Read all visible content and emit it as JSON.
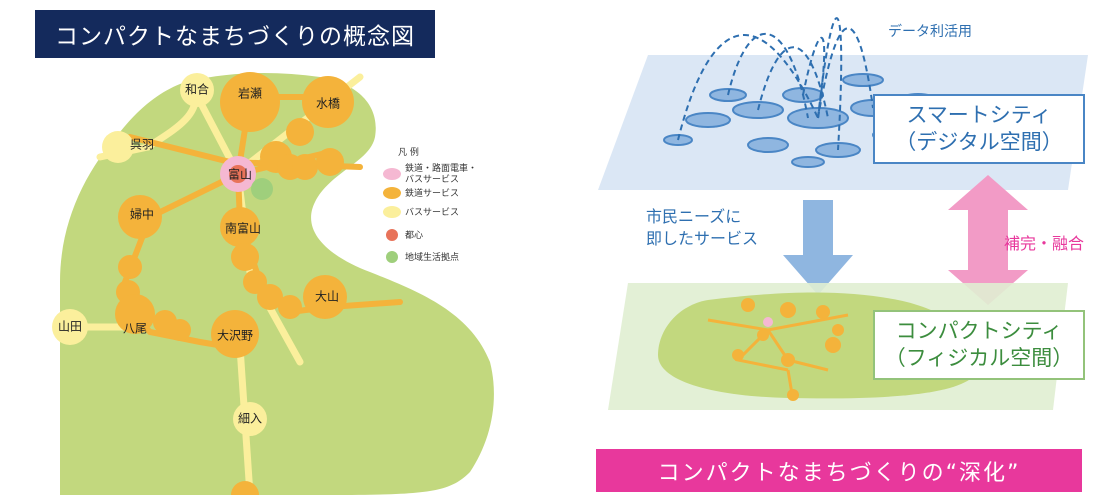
{
  "left_title": "コンパクトなまちづくりの概念図",
  "cities": {
    "wago": "和合",
    "iwase": "岩瀬",
    "mizuhashi": "水橋",
    "kureha": "呉羽",
    "toyama": "富山",
    "fuchu": "婦中",
    "minami_toyama": "南富山",
    "oyama": "大山",
    "yamada": "山田",
    "yatsuo": "八尾",
    "osawano": "大沢野",
    "hosoiri": "細入"
  },
  "legend": {
    "title": "凡 例",
    "items": [
      {
        "label": "鉄道・路面電車・",
        "label2": "バスサービス",
        "color": "#f5b8d2"
      },
      {
        "label": "鉄道サービス",
        "color": "#f4b33b"
      },
      {
        "label": "バスサービス",
        "color": "#fbef9c"
      },
      {
        "label": "都心",
        "color": "#e8735a"
      },
      {
        "label": "地域生活拠点",
        "color": "#9fcf7c"
      }
    ]
  },
  "right": {
    "data_label": "データ利活用",
    "smart_city": {
      "line1": "スマートシティ",
      "line2": "（デジタル空間）"
    },
    "compact_city": {
      "line1": "コンパクトシティ",
      "line2": "（フィジカル空間）"
    },
    "citizen_needs": {
      "line1": "市民ニーズに",
      "line2": "即したサービス"
    },
    "complement": "補完・融合",
    "bottom_banner": "コンパクトなまちづくりの“深化”"
  },
  "colors": {
    "navy": "#142a5c",
    "magenta": "#e8389c",
    "land_green": "#c2d87e",
    "rail_orange": "#f4b33b",
    "digital_blue": "#4a86c5"
  }
}
